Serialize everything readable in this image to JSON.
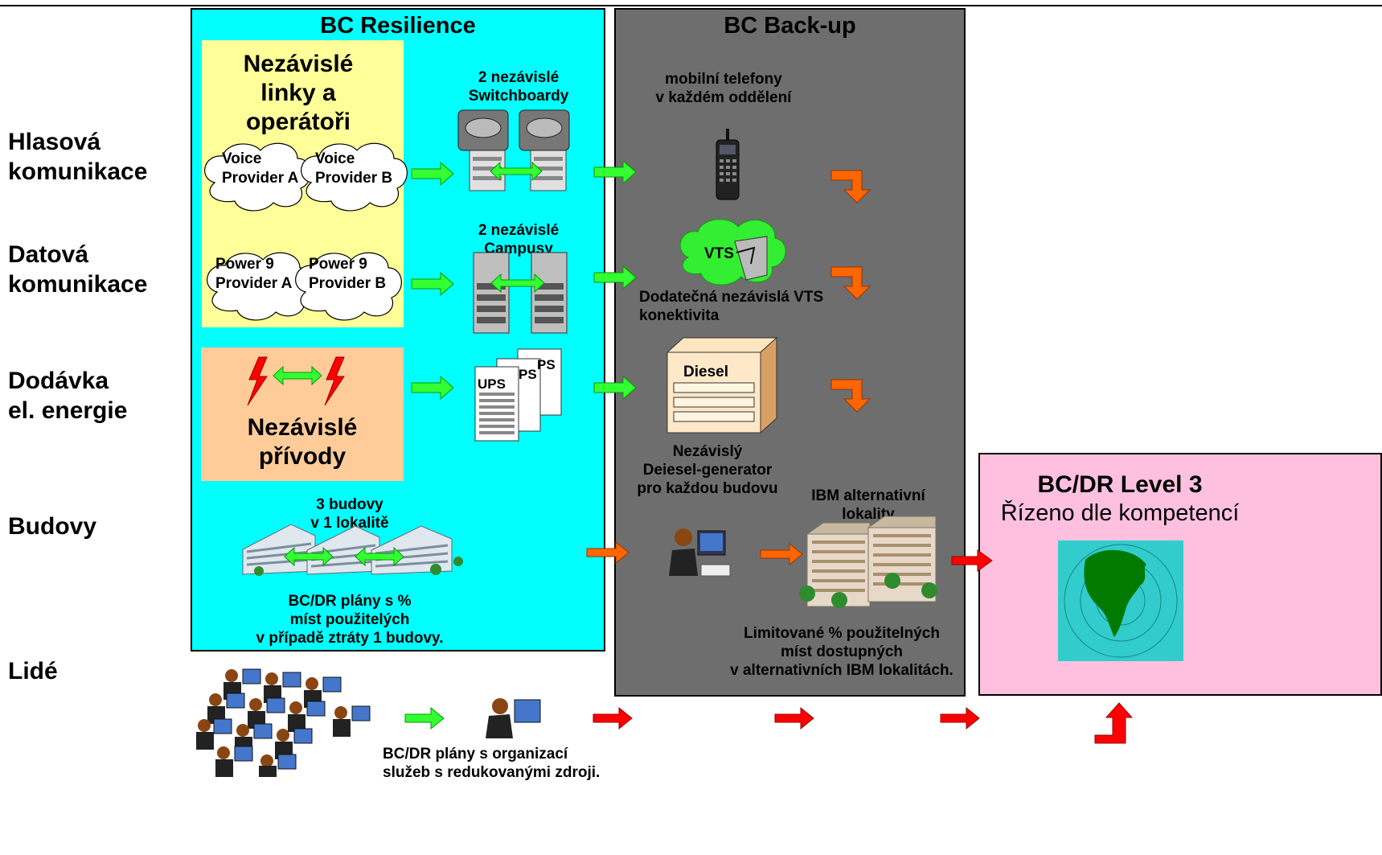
{
  "rows": {
    "voice": "Hlasová\nkomunikace",
    "data": "Datová\nkomunikace",
    "power": "Dodávka\nel. energie",
    "buildings": "Budovy",
    "people": "Lidé"
  },
  "panels": {
    "resilience_title": "BC Resilience",
    "backup_title": "BC Back-up",
    "level3_title": "BC/DR Level 3",
    "level3_subtitle": "Řízeno dle kompetencí"
  },
  "resilience": {
    "lines_title": "Nezávislé\nlinky a\noperátoři",
    "voice_provider_a": "Voice\nProvider A",
    "voice_provider_b": "Voice\nProvider B",
    "power_provider_a": "Power 9\nProvider A",
    "power_provider_b": "Power 9\nProvider B",
    "switchboards": "2 nezávislé\nSwitchboardy",
    "campuses": "2 nezávislé\nCampusy",
    "feeds_title": "Nezávislé\npřívody",
    "ups_label": "UPS",
    "ups_label_2": "PS",
    "ups_label_3": "PS",
    "buildings": "3 budovy\nv 1 lokalitě",
    "plans": "BC/DR plány s %\nmíst použitelých\nv případě ztráty 1 budovy."
  },
  "backup": {
    "mobiles": "mobilní telefony\nv každém oddělení",
    "vts": "VTS",
    "vts_conn": "Dodatečná nezávislá VTS\nkonektivita",
    "diesel_label": "Diesel",
    "diesel": "Nezávislý\nDeiesel-generator\npro každou budovu",
    "ibm_alt": "IBM alternativní\nlokality",
    "limited": "Limitované % použitelných\nmíst dostupných\nv alternativních IBM lokalitách."
  },
  "people": {
    "plans": "BC/DR plány s organizací\nslužeb s redukovanými zdroji."
  },
  "colors": {
    "cyan": "#00ffff",
    "grey": "#6e6e6e",
    "pink": "#ffc0e0",
    "yellow": "#ffff99",
    "peach": "#ffcc99",
    "green_arrow": "#33ff33",
    "orange_arrow": "#ff6600",
    "red_arrow": "#ff0000"
  }
}
